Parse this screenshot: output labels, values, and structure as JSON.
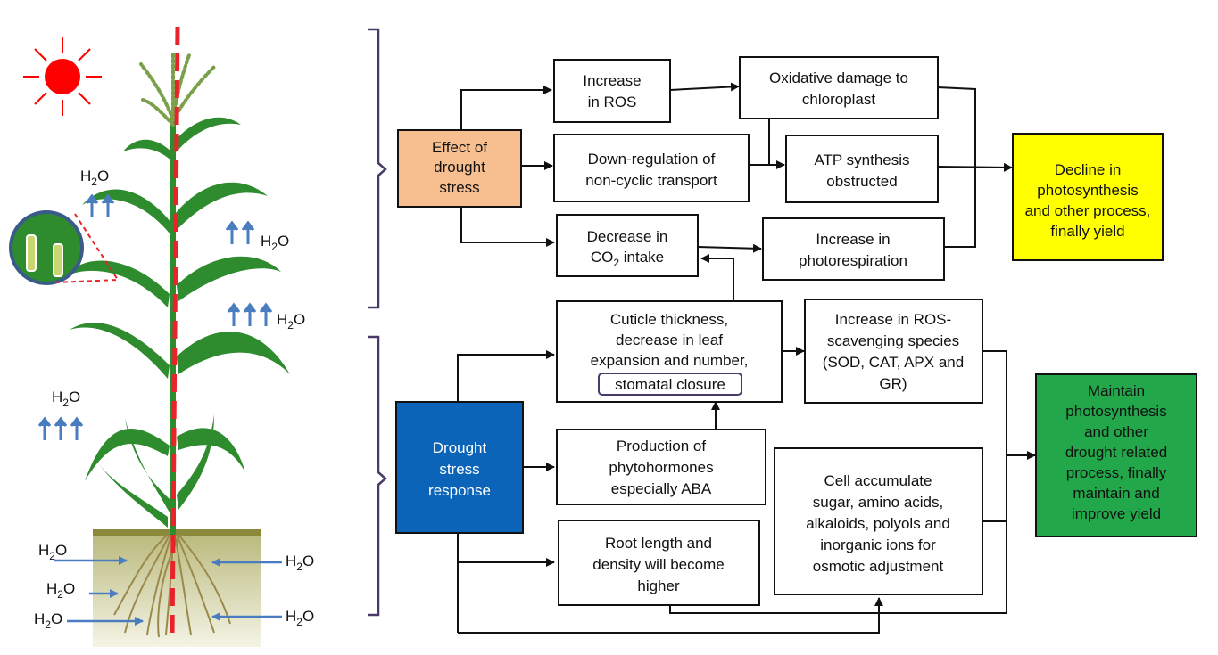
{
  "colors": {
    "effect": "#f7bf90",
    "response": "#0c64b8",
    "decline": "#ffff00",
    "maintain": "#22a84a",
    "leaf": "#2e8b2e",
    "soil": "#c8c79a",
    "arrow": "#4a7dbf",
    "sun": "#ff0000"
  },
  "icons": [
    "sun-icon",
    "plant-icon",
    "stomata-icon",
    "water-arrow-icon"
  ],
  "water": {
    "label": "H",
    "sub": "2",
    "suffix": "O"
  },
  "effect": {
    "label": [
      "Effect of",
      "drought",
      "stress"
    ],
    "ros": [
      "Increase",
      "in ROS"
    ],
    "oxidative": [
      "Oxidative damage to",
      "chloroplast"
    ],
    "downreg": [
      "Down-regulation of",
      "non-cyclic transport"
    ],
    "atp": [
      "ATP synthesis",
      "obstructed"
    ],
    "co2_line1": "Decrease in",
    "co2_prefix": "CO",
    "co2_sub": "2",
    "co2_suffix": " intake",
    "photoresp": [
      "Increase in",
      "photorespiration"
    ],
    "decline": [
      "Decline in",
      "photosynthesis",
      "and other process,",
      "finally yield"
    ]
  },
  "response": {
    "label": [
      "Drought",
      "stress",
      "response"
    ],
    "cuticle": [
      "Cuticle thickness,",
      "decrease in leaf",
      "expansion and number,"
    ],
    "stomatal": "stomatal closure",
    "ros_scav": [
      "Increase in ROS-",
      "scavenging species",
      "(SOD, CAT, APX and",
      "GR)"
    ],
    "phyto": [
      "Production of",
      "phytohormones",
      "especially ABA"
    ],
    "cell": [
      "Cell accumulate",
      "sugar, amino acids,",
      "alkaloids, polyols and",
      "inorganic ions for",
      "osmotic adjustment"
    ],
    "root": [
      "Root length and",
      "density will become",
      "higher"
    ],
    "maintain": [
      "Maintain",
      "photosynthesis",
      "and other",
      "drought related",
      "process, finally",
      "maintain and",
      "improve yield"
    ]
  }
}
